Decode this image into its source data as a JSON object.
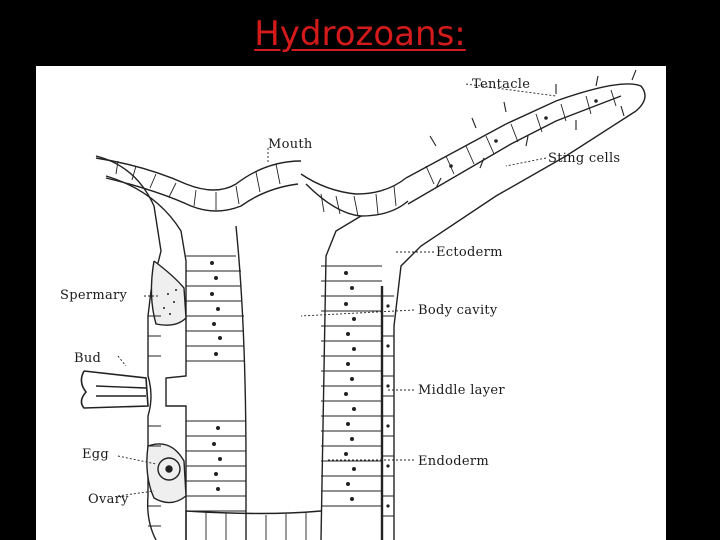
{
  "slide": {
    "title": "Hydrozoans:",
    "title_color": "#d41a1a",
    "background": "#000000",
    "panel_color": "#ffffff"
  },
  "diagram": {
    "labels": {
      "tentacle": "Tentacle",
      "mouth": "Mouth",
      "sting_cells": "Sting cells",
      "ectoderm": "Ectoderm",
      "spermary": "Spermary",
      "body_cavity": "Body cavity",
      "bud": "Bud",
      "middle_layer": "Middle layer",
      "egg": "Egg",
      "endoderm": "Endoderm",
      "ovary": "Ovary"
    }
  }
}
